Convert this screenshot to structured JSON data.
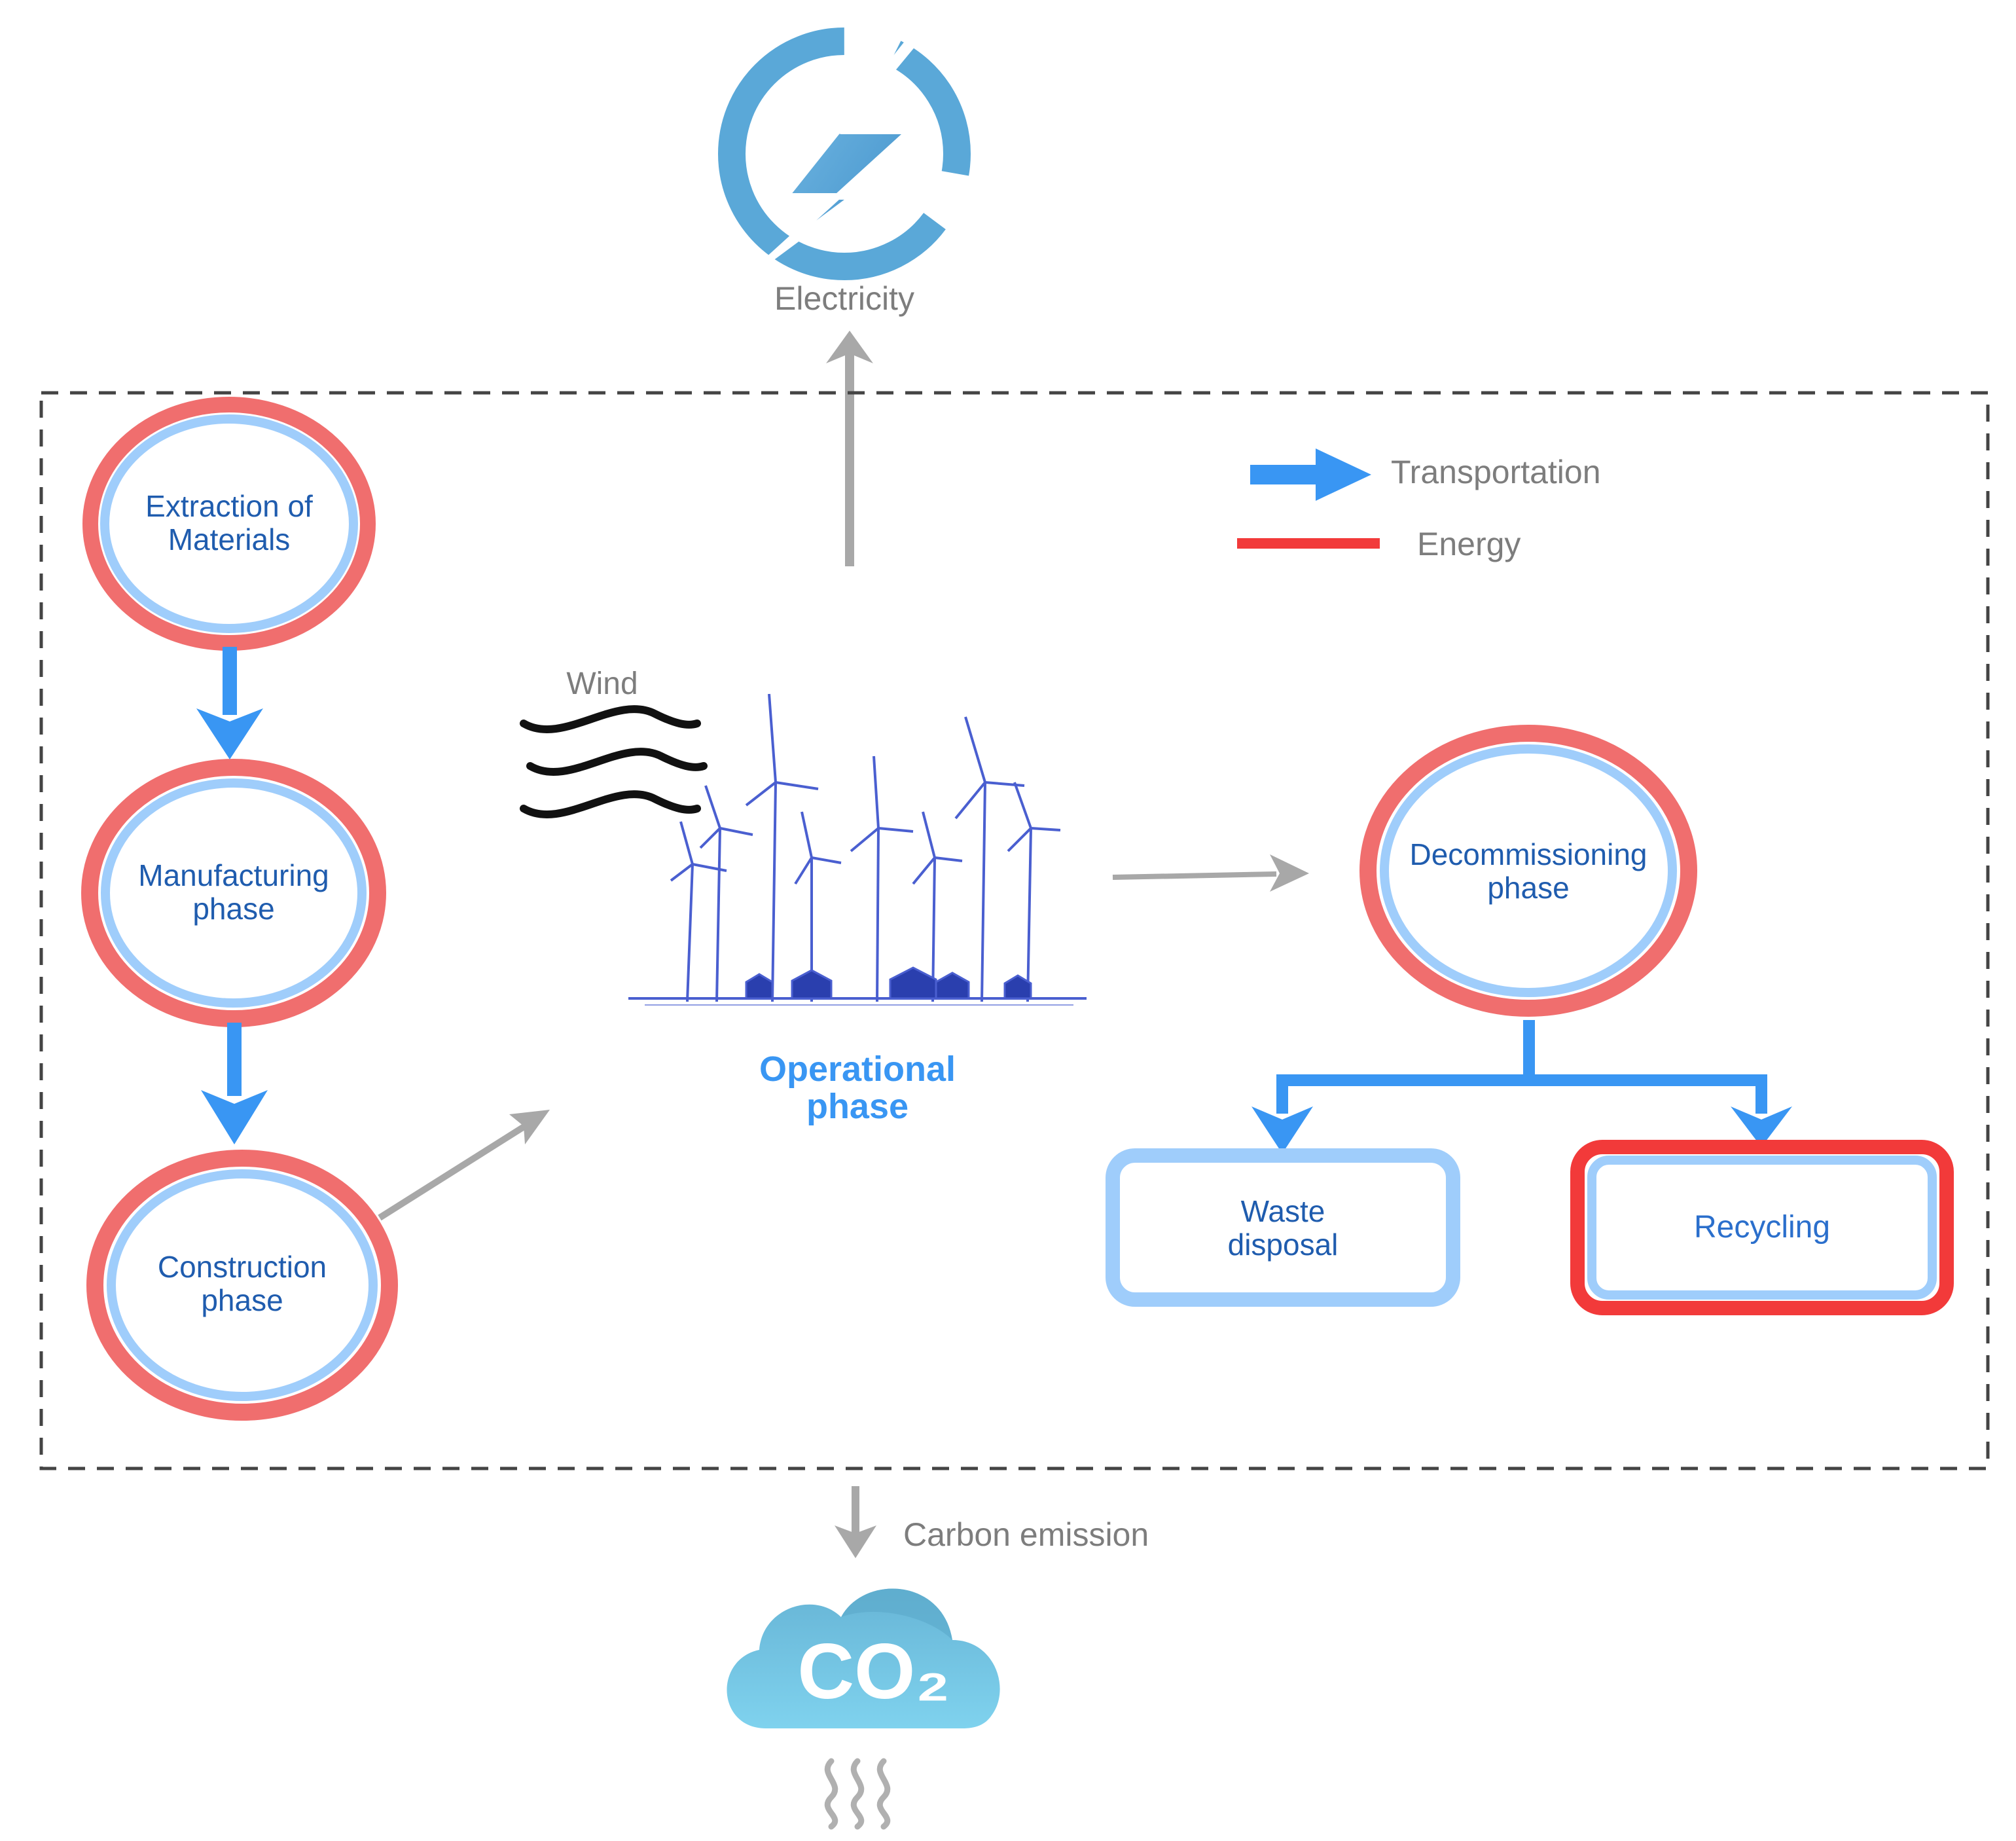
{
  "top": {
    "electricity_label": "Electricity"
  },
  "legend": {
    "transport_label": "Transportation",
    "energy_label": "Energy",
    "transport_color": "#3996f3",
    "energy_color": "#f23a3a"
  },
  "nodes": {
    "extraction": "Extraction of\nMaterials",
    "manufacturing": "Manufacturing\nphase",
    "construction": "Construction\nphase",
    "operational": "Operational\nphase",
    "decommissioning": "Decommissioning\nphase",
    "waste": "Waste\ndisposal",
    "recycling": "Recycling"
  },
  "wind_label": "Wind",
  "bottom": {
    "carbon_label": "Carbon emission",
    "co2_text": "CO₂"
  },
  "colors": {
    "ring_outer": "#f06e6e",
    "ring_inner": "#9fcdfb",
    "grey_arrow": "#a8a8a8",
    "bolt_blue": "#5aa8d8",
    "cloud_blue": "#74c6e6"
  }
}
